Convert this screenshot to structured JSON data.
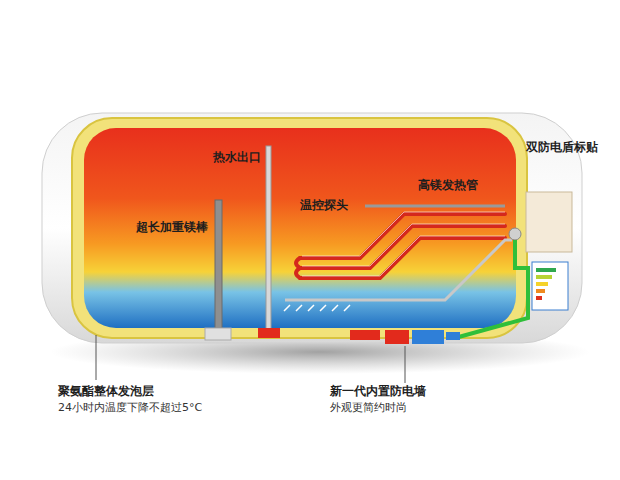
{
  "diagram": {
    "labels": [
      "热水出口",
      "超长加重镁棒",
      "温控探头",
      "高镁发热管",
      "双防电盾标贴",
      "聚氨酯整体发泡层",
      "24小时内温度下降不超过5°C",
      "新一代内置防电墙",
      "外观更简约时尚"
    ]
  }
}
